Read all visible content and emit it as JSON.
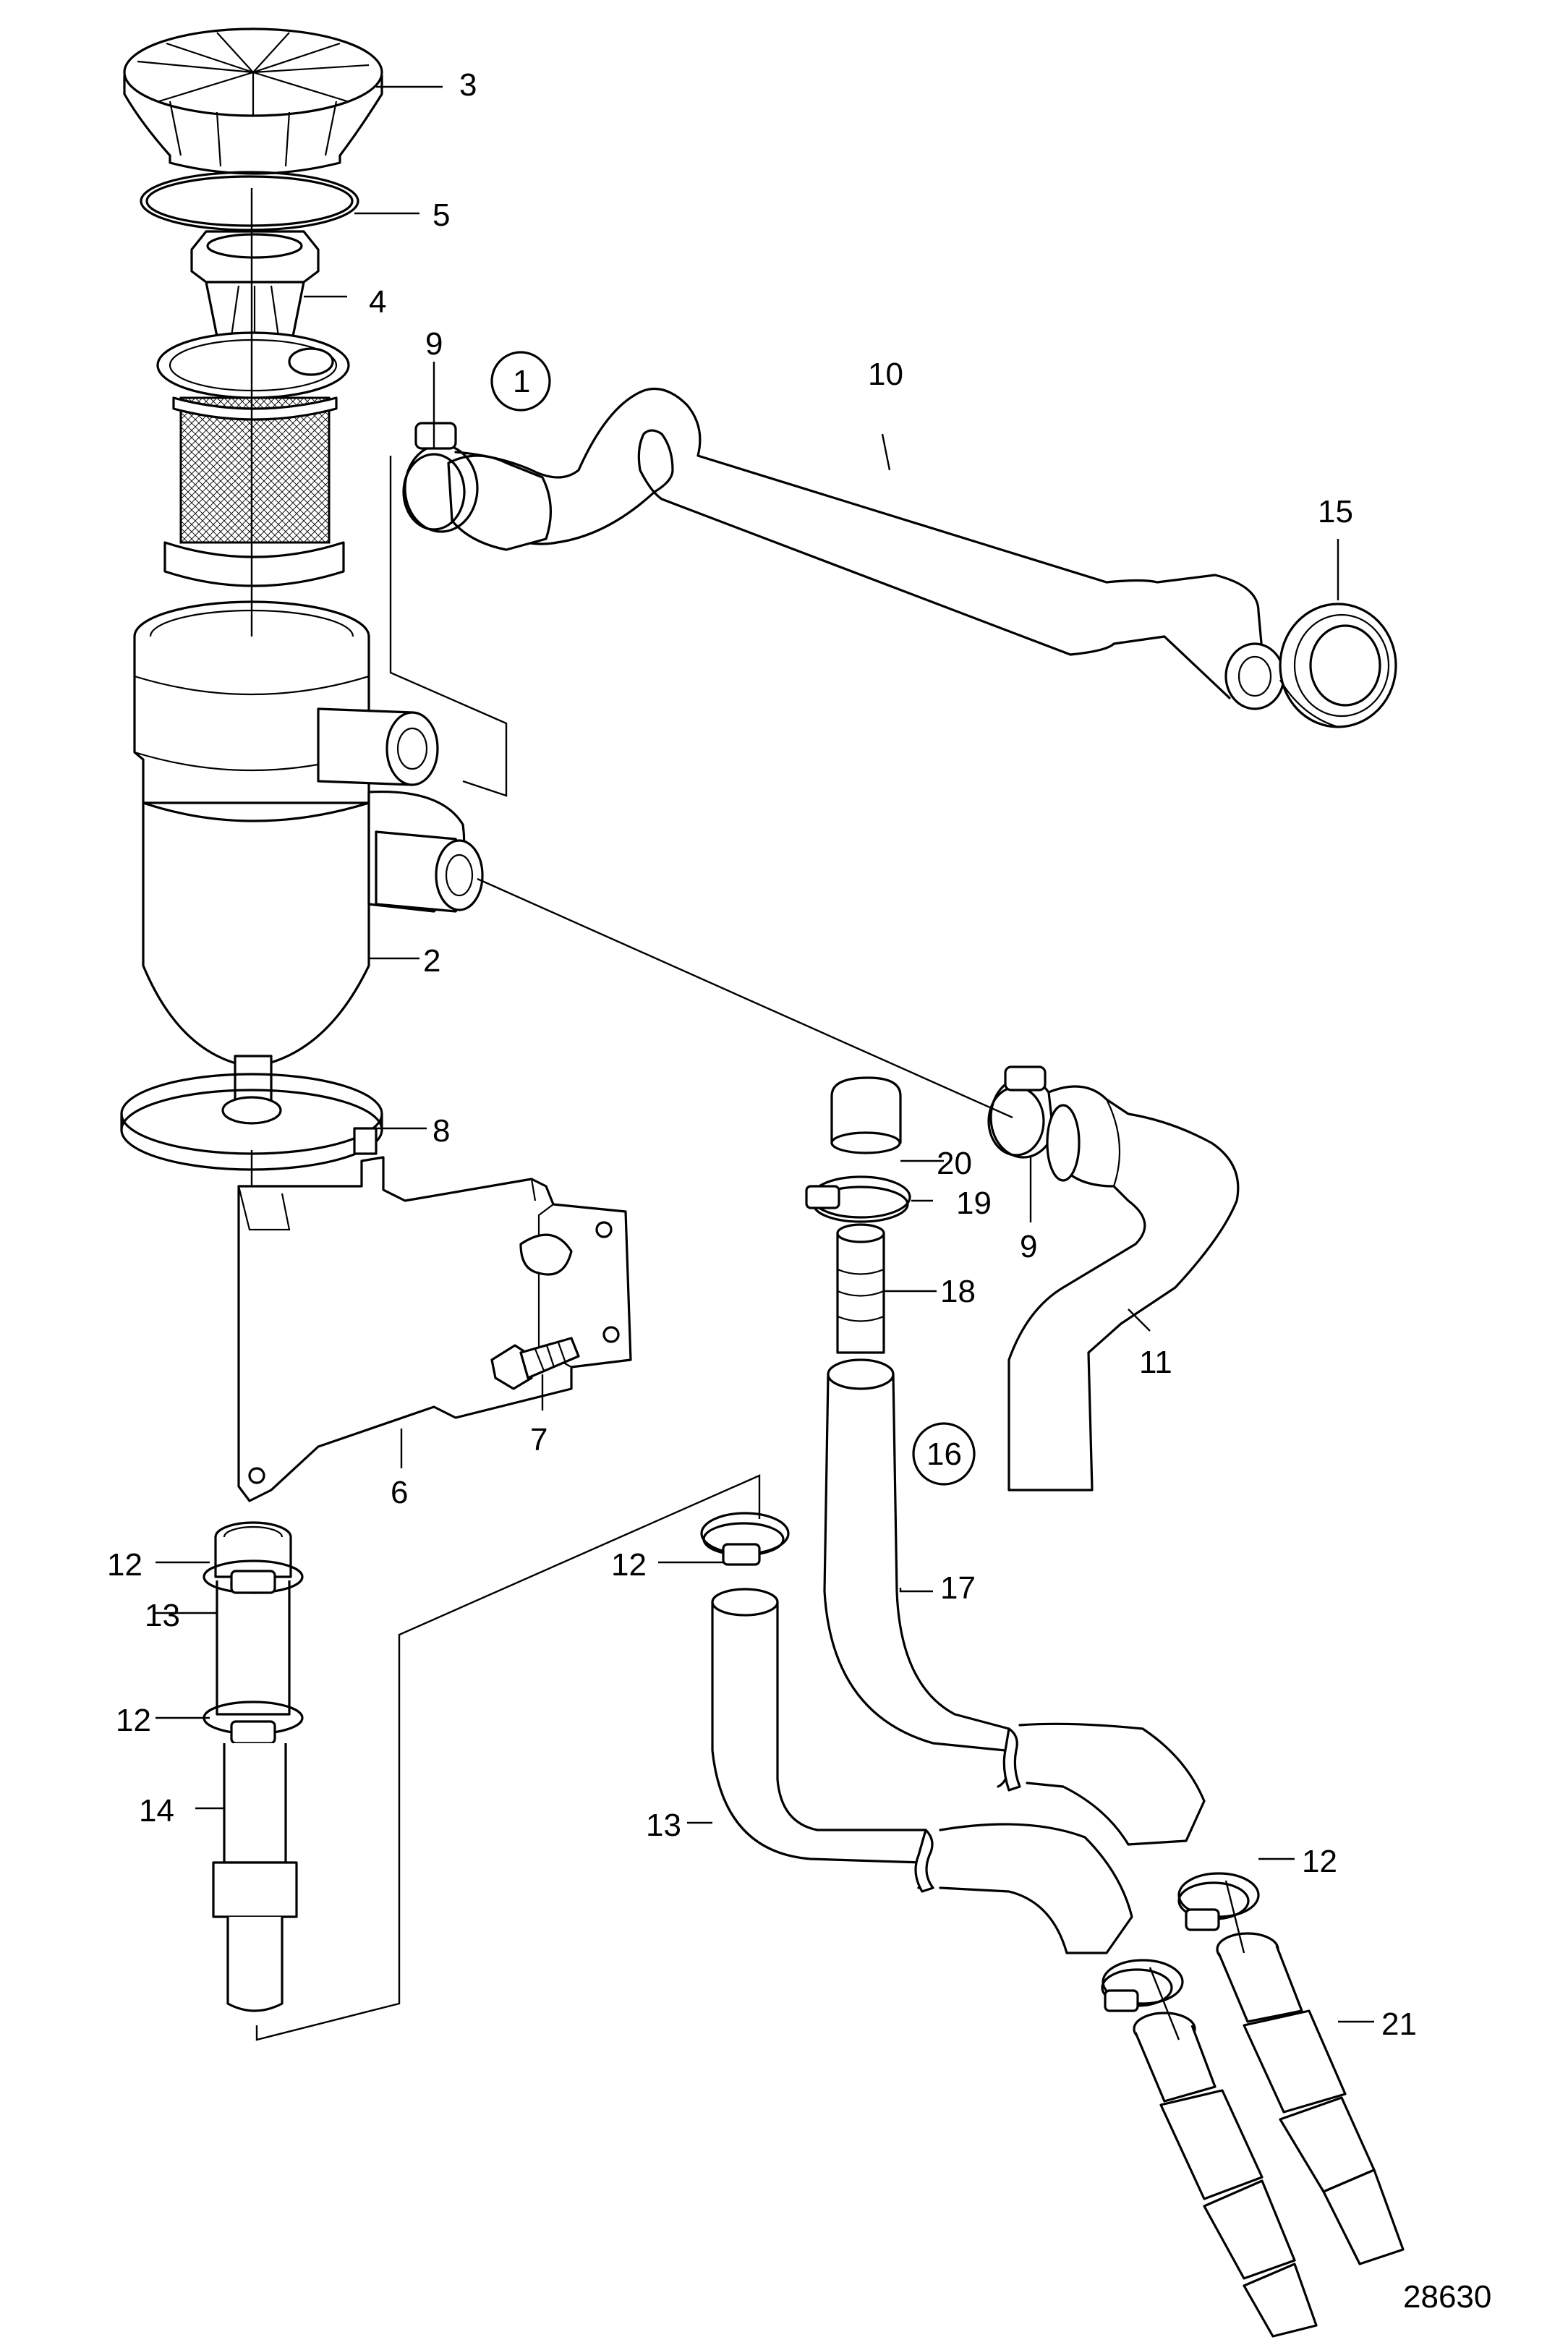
{
  "diagram": {
    "drawing_number": "28630",
    "callouts": [
      {
        "id": "c3",
        "text": "3"
      },
      {
        "id": "c5",
        "text": "5"
      },
      {
        "id": "c4",
        "text": "4"
      },
      {
        "id": "c9a",
        "text": "9"
      },
      {
        "id": "c1",
        "text": "1"
      },
      {
        "id": "c10",
        "text": "10"
      },
      {
        "id": "c15",
        "text": "15"
      },
      {
        "id": "c2",
        "text": "2"
      },
      {
        "id": "c8",
        "text": "8"
      },
      {
        "id": "c20",
        "text": "20"
      },
      {
        "id": "c19",
        "text": "19"
      },
      {
        "id": "c9b",
        "text": "9"
      },
      {
        "id": "c18",
        "text": "18"
      },
      {
        "id": "c11",
        "text": "11"
      },
      {
        "id": "c7",
        "text": "7"
      },
      {
        "id": "c6",
        "text": "6"
      },
      {
        "id": "c16",
        "text": "16"
      },
      {
        "id": "c12a",
        "text": "12"
      },
      {
        "id": "c13a",
        "text": "13"
      },
      {
        "id": "c12b",
        "text": "12"
      },
      {
        "id": "c17",
        "text": "17"
      },
      {
        "id": "c12c",
        "text": "12"
      },
      {
        "id": "c14",
        "text": "14"
      },
      {
        "id": "c13b",
        "text": "13"
      },
      {
        "id": "c12d",
        "text": "12"
      },
      {
        "id": "c21",
        "text": "21"
      }
    ]
  }
}
